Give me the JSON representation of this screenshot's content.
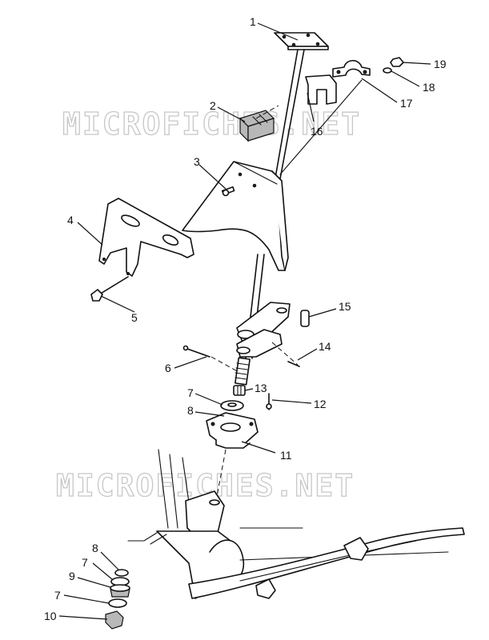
{
  "watermark": {
    "text": "MICROFICHES.NET"
  },
  "callouts": [
    {
      "id": "1",
      "label": "1"
    },
    {
      "id": "2",
      "label": "2"
    },
    {
      "id": "3",
      "label": "3"
    },
    {
      "id": "4",
      "label": "4"
    },
    {
      "id": "5",
      "label": "5"
    },
    {
      "id": "6",
      "label": "6"
    },
    {
      "id": "7a",
      "label": "7"
    },
    {
      "id": "8a",
      "label": "8"
    },
    {
      "id": "11",
      "label": "11"
    },
    {
      "id": "12",
      "label": "12"
    },
    {
      "id": "13",
      "label": "13"
    },
    {
      "id": "14",
      "label": "14"
    },
    {
      "id": "15",
      "label": "15"
    },
    {
      "id": "16",
      "label": "16"
    },
    {
      "id": "17",
      "label": "17"
    },
    {
      "id": "18",
      "label": "18"
    },
    {
      "id": "19",
      "label": "19"
    },
    {
      "id": "8b",
      "label": "8"
    },
    {
      "id": "7b",
      "label": "7"
    },
    {
      "id": "9",
      "label": "9"
    },
    {
      "id": "7c",
      "label": "7"
    },
    {
      "id": "10",
      "label": "10"
    }
  ]
}
